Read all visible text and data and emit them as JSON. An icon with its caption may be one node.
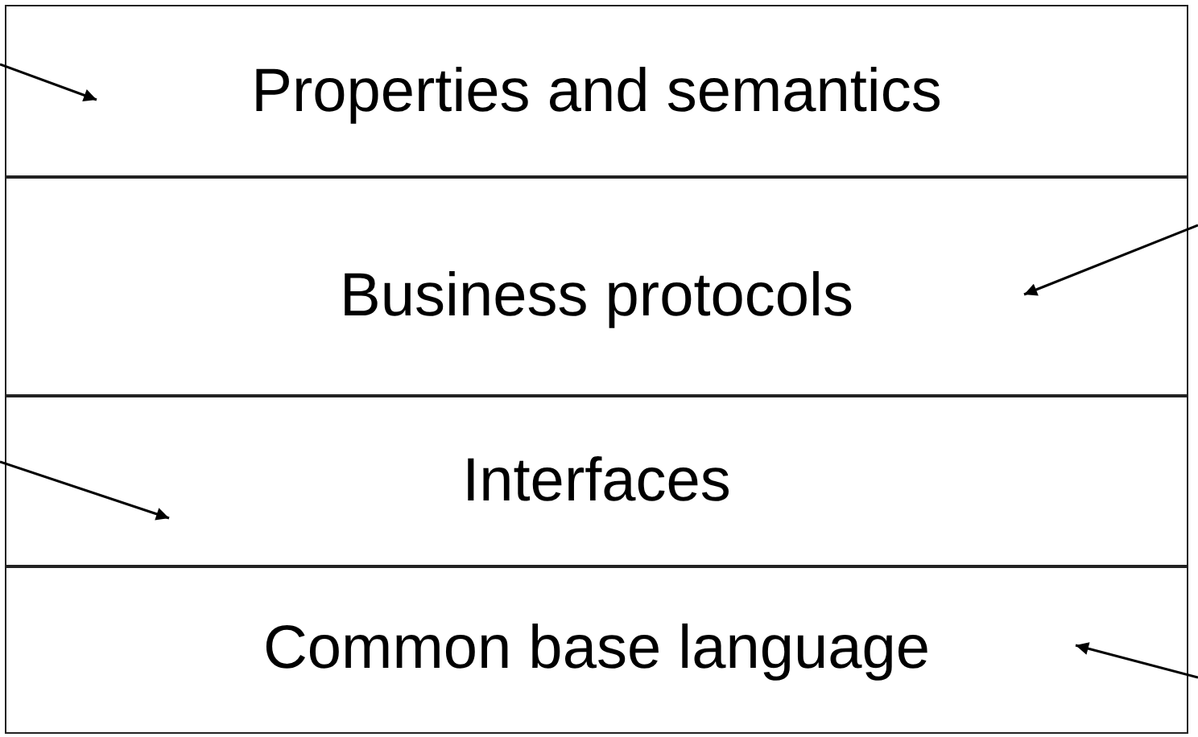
{
  "diagram": {
    "nodes": [
      {
        "text": [
          "Properties and semantics"
        ]
      },
      {
        "text": [
          "Business protocols"
        ]
      },
      {
        "text": [
          "Interfaces"
        ]
      },
      {
        "text": [
          "Common base language"
        ]
      }
    ],
    "edges": [
      {
        "from": null,
        "to": 0,
        "arrow": "to"
      },
      {
        "from": null,
        "to": 1,
        "arrow": "to"
      },
      {
        "from": null,
        "to": 2,
        "arrow": "to"
      },
      {
        "from": null,
        "to": 3,
        "arrow": "to"
      }
    ]
  }
}
